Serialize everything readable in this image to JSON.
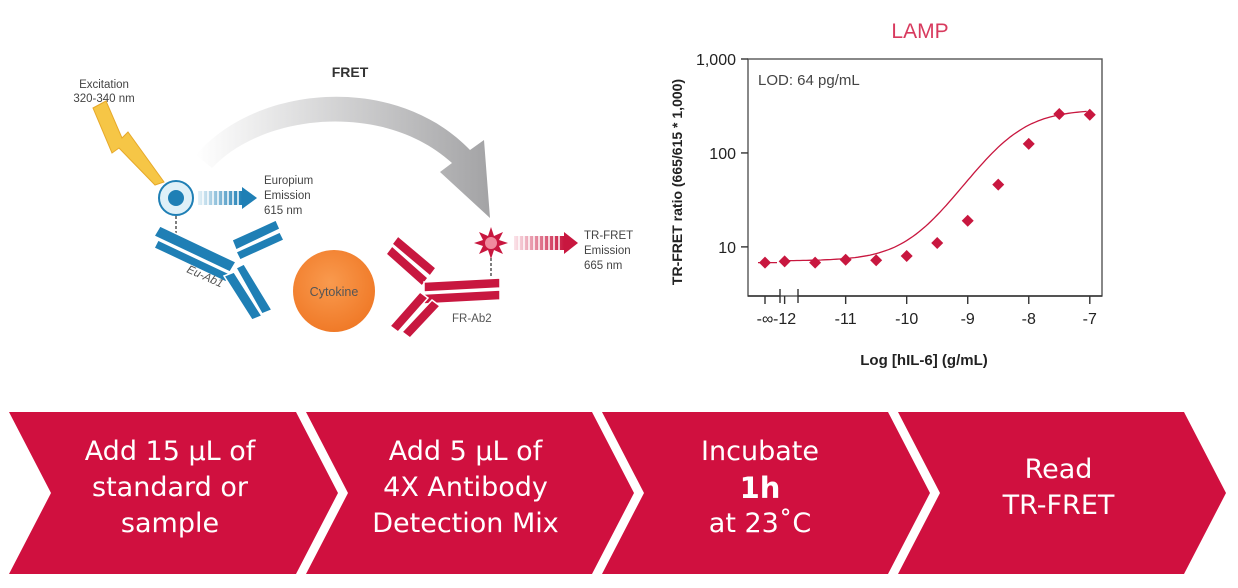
{
  "diagram": {
    "excitation": [
      "Excitation",
      "320-340 nm"
    ],
    "fret": "FRET",
    "europium": [
      "Europium",
      "Emission",
      "615 nm"
    ],
    "tr_fret": [
      "TR-FRET",
      "Emission",
      "665 nm"
    ],
    "eu_ab": "Eu-Ab1",
    "fr_ab": "FR-Ab2",
    "cytokine": "Cytokine",
    "colors": {
      "blue": "#1f7fb5",
      "red": "#c8173f",
      "orange": "#f58a3c",
      "yellow": "#f5c242",
      "gray": "#a9a9ab"
    }
  },
  "chart_data": {
    "type": "scatter",
    "title": "LAMP",
    "annotation": "LOD: 64 pg/mL",
    "xlabel": "Log [hIL-6] (g/mL)",
    "ylabel": "TR-FRET ratio (665/615 * 1,000)",
    "y_scale": "log",
    "ylim": [
      3,
      1000
    ],
    "xlim": [
      -12.6,
      -6.8
    ],
    "x_ticks": [
      -12,
      -11,
      -10,
      -9,
      -8,
      -7
    ],
    "x_tick_labels": [
      "-12",
      "-11",
      "-10",
      "-9",
      "-8",
      "-7"
    ],
    "x_break_label": "-∞",
    "y_ticks": [
      10,
      100,
      1000
    ],
    "y_tick_labels": [
      "10",
      "100",
      "1,000"
    ],
    "zero_point": {
      "x": "-∞",
      "y": 6.8
    },
    "x": [
      -12,
      -11.5,
      -11,
      -10.5,
      -10,
      -9.5,
      -9,
      -8.5,
      -8,
      -7.5,
      -7
    ],
    "y": [
      7,
      6.8,
      7.3,
      7.2,
      8,
      11,
      19,
      46,
      125,
      260,
      255
    ],
    "color": "#c8173f"
  },
  "steps": [
    {
      "lines": [
        "Add 15 µL of",
        "standard or",
        "sample"
      ]
    },
    {
      "lines": [
        "Add 5 µL of",
        "4X Antibody",
        "Detection Mix"
      ]
    },
    {
      "lines": [
        "Incubate",
        "1h",
        "at 23˚C"
      ],
      "bold_index": 1
    },
    {
      "lines": [
        "Read",
        "TR-FRET"
      ]
    }
  ],
  "step_color": "#d0103f"
}
